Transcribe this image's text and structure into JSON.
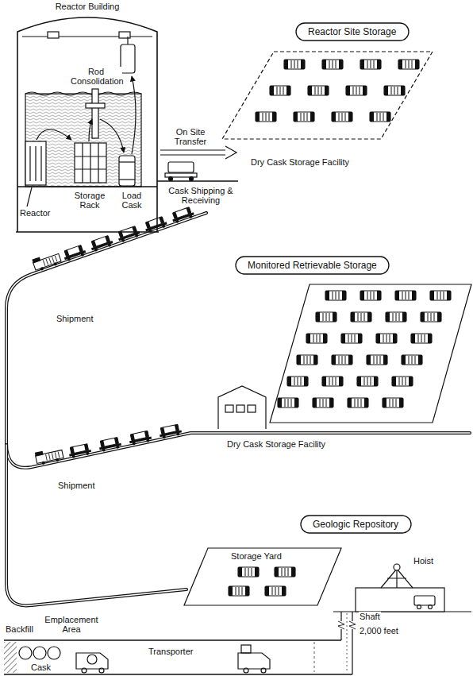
{
  "diagram": {
    "nodes": [
      {
        "text": [
          "Reactor Building"
        ]
      },
      {
        "text": [
          "Reactor Site Storage"
        ]
      },
      {
        "text": [
          "Monitored Retrievable Storage"
        ]
      },
      {
        "text": [
          "Geologic Repository"
        ]
      }
    ],
    "labels": [
      "Rod Consolidation",
      "On Site Transfer",
      "Cask Shipping & Receiving",
      "Dry Cask Storage Facility",
      "Load Cask",
      "Storage Rack",
      "Reactor",
      "Shipment",
      "Dry Cask Storage Facility",
      "Shipment",
      "Storage Yard",
      "Hoist",
      "Shaft",
      "2,000 feet",
      "Backfill",
      "Emplacement Area",
      "Transporter",
      "Cask"
    ]
  }
}
